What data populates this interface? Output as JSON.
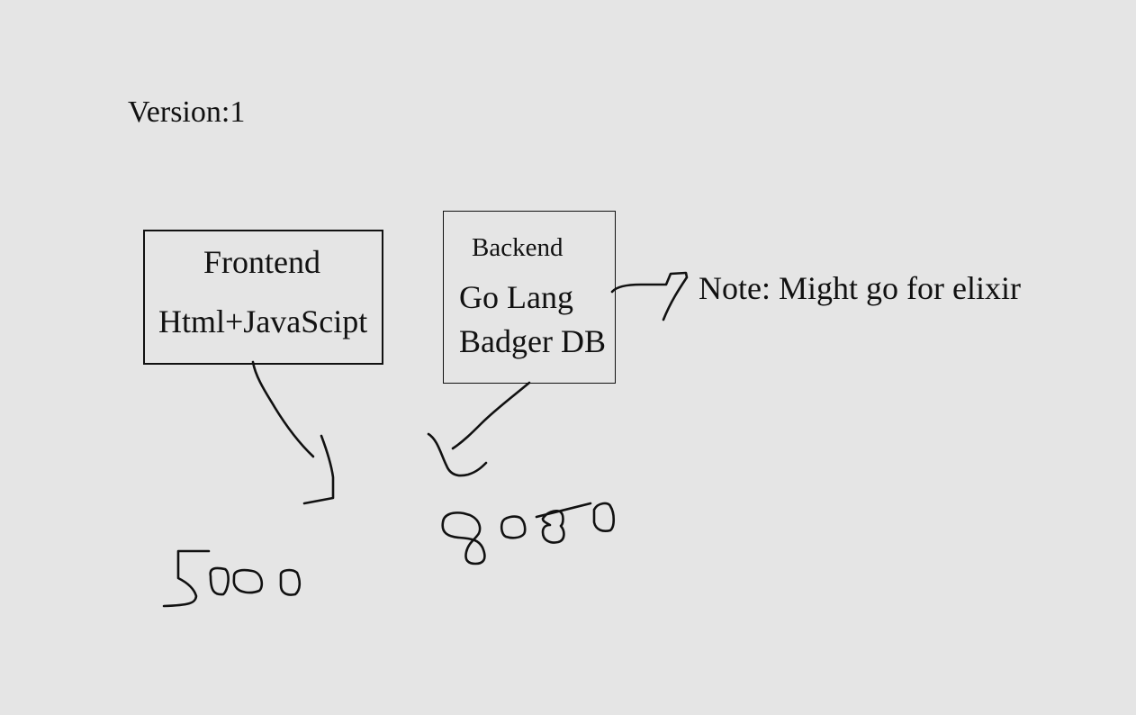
{
  "version_label": "Version:1",
  "frontend": {
    "title": "Frontend",
    "tech": "Html+JavaScipt",
    "port": "5000"
  },
  "backend": {
    "title": "Backend",
    "language": "Go Lang",
    "database": "Badger DB",
    "port": "8080"
  },
  "note": "Note: Might go for elixir"
}
